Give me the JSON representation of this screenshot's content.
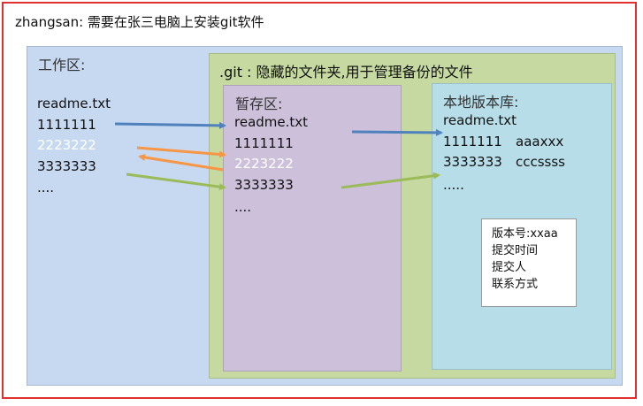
{
  "title": "zhangsan: 需要在张三电脑上安装git软件",
  "workspace": {
    "label": "工作区:",
    "lines": [
      "readme.txt",
      "1111111",
      "2223222",
      "3333333",
      "...."
    ]
  },
  "git": {
    "label": ".git : 隐藏的文件夹,用于管理备份的文件"
  },
  "staging": {
    "label": "暂存区:",
    "lines": [
      "readme.txt",
      "1111111",
      "2223222",
      "3333333",
      "...."
    ]
  },
  "repo": {
    "label": "本地版本库:",
    "lines": [
      "readme.txt",
      "1111111",
      "3333333",
      "....."
    ],
    "line_values": [
      "aaaxxx",
      "cccssss"
    ]
  },
  "info": {
    "lines": [
      "版本号:xxaa",
      "提交时间",
      "提交人",
      "联系方式"
    ]
  },
  "colors": {
    "frame": "#e03030",
    "workspace": "#c6d9f0",
    "git": "#c5d9a0",
    "staging": "#ccc0da",
    "repo": "#b7dde8",
    "arrow_blue": "#4f81bd",
    "arrow_orange": "#f79646",
    "arrow_green": "#9bbb59"
  }
}
